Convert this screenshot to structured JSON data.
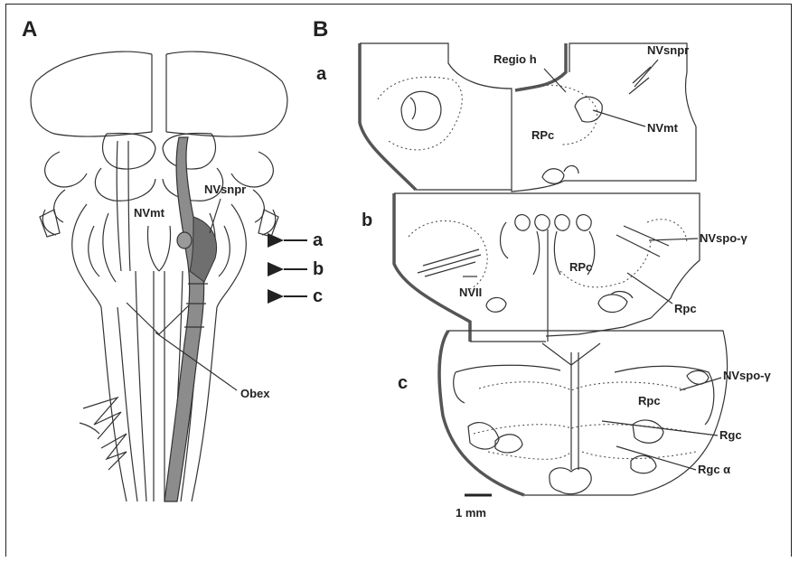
{
  "panels": {
    "a": "A",
    "b": "B"
  },
  "panel_a": {
    "labels": {
      "nvmt": "NVmt",
      "nvsnpr": "NVsnpr",
      "obex": "Obex"
    },
    "arrows": {
      "a": "a",
      "b": "b",
      "c": "c"
    },
    "colors": {
      "nucleus_fill": "#8c8c8c",
      "nucleus_fill_dark": "#6f6f6f"
    }
  },
  "panel_b": {
    "slice_letters": {
      "a": "a",
      "b": "b",
      "c": "c"
    },
    "labels": {
      "regio_h": "Regio h",
      "nvsnpr": "NVsnpr",
      "nvmt": "NVmt",
      "rpc_upper": "RPc",
      "nvspo_gamma_b": "NVspo-γ",
      "rpc_b": "RPc",
      "nvii": "NVII",
      "rpc_b2": "Rpc",
      "nvspo_gamma_c": "NVspo-γ",
      "rpc_c": "Rpc",
      "rgc": "Rgc",
      "rgc_alpha": "Rgc α"
    },
    "scale_bar": "1 mm"
  }
}
